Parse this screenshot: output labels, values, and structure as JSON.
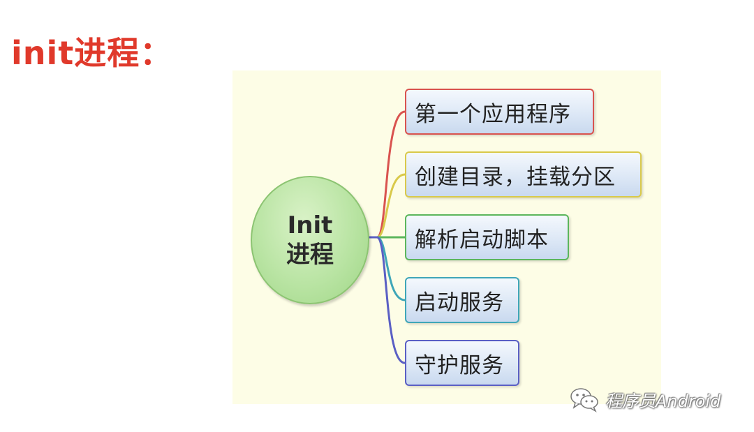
{
  "page": {
    "title": "init进程："
  },
  "diagram": {
    "center_lines": [
      "Init",
      "进程"
    ],
    "branches": [
      {
        "label": "第一个应用程序",
        "color": "#d9534f"
      },
      {
        "label": "创建目录，挂载分区",
        "color": "#d9c94a"
      },
      {
        "label": "解析启动脚本",
        "color": "#5cb65c"
      },
      {
        "label": "启动服务",
        "color": "#3fa6b8"
      },
      {
        "label": "守护服务",
        "color": "#5a5fc4"
      }
    ],
    "colors": {
      "title": "#e0392b",
      "panel_background": "#fdfde6",
      "center_fill": "#b9e4a3",
      "box_fill": "#dde8f6"
    }
  },
  "watermark": {
    "icon": "wechat-icon",
    "text": "程序员Android"
  }
}
